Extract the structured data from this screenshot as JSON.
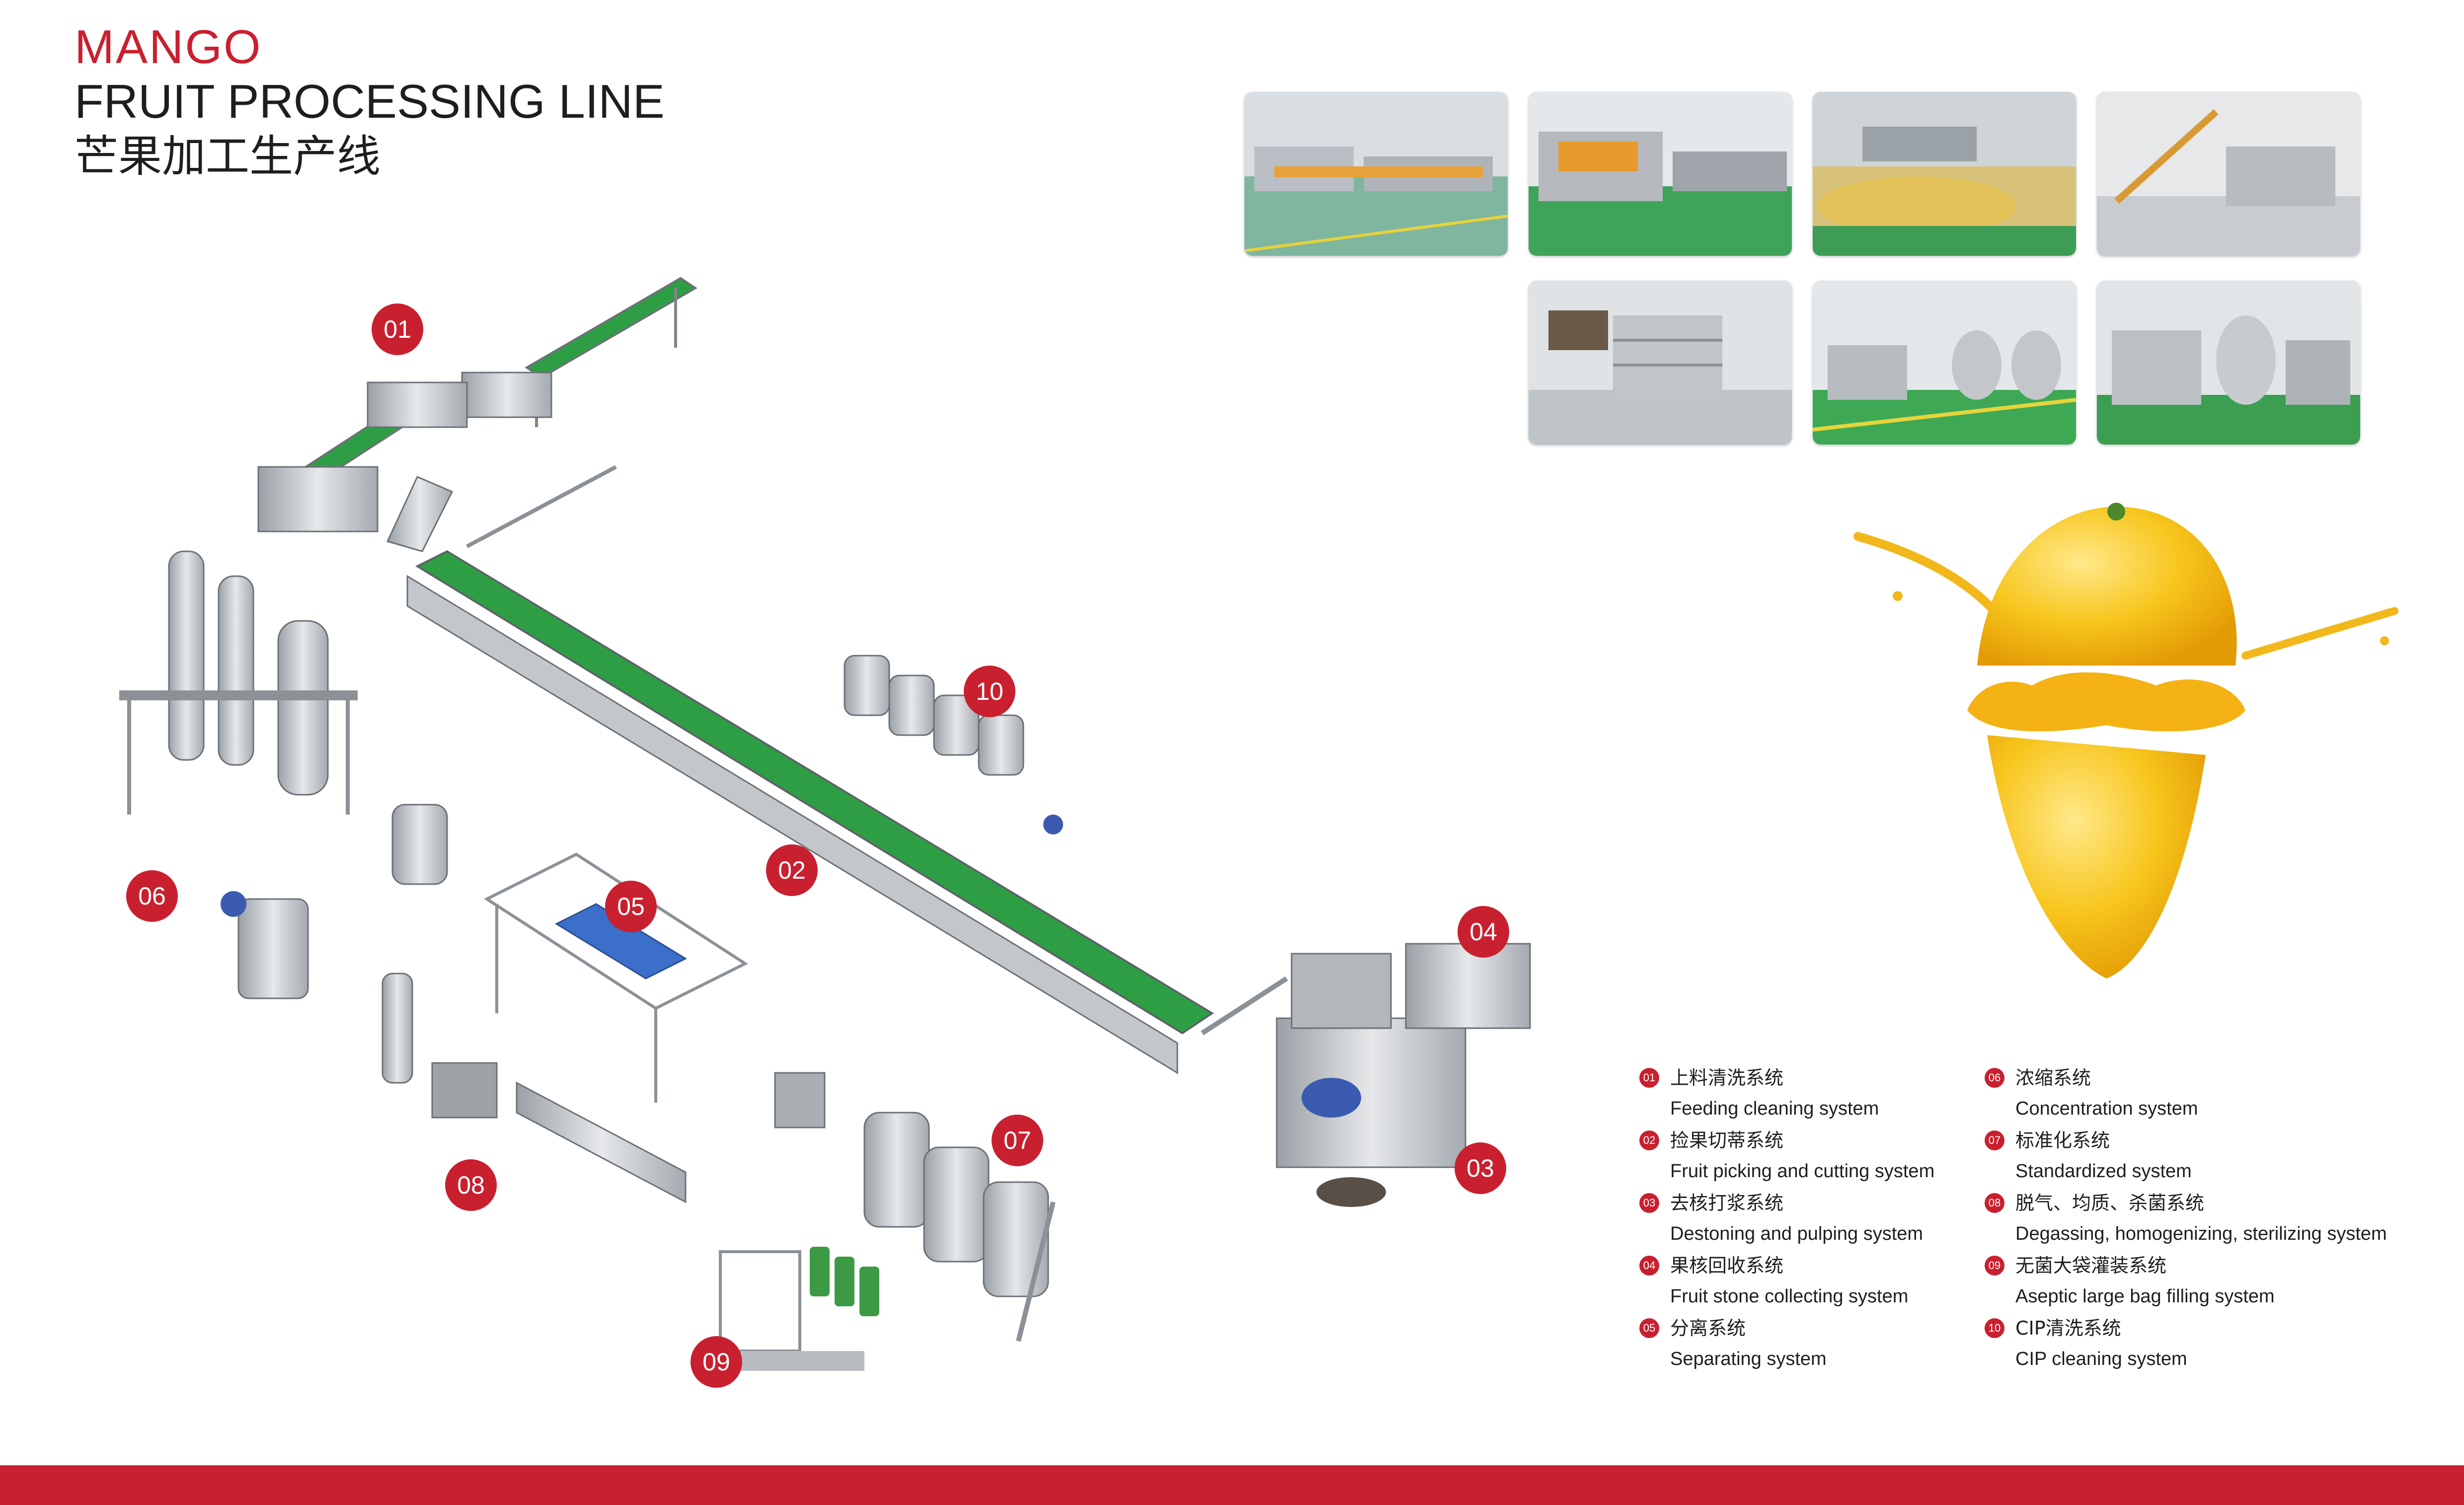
{
  "title": {
    "line1": "MANGO",
    "line2": "FRUIT PROCESSING LINE",
    "line3": "芒果加工生产线"
  },
  "colors": {
    "accent_red": "#c8202f",
    "conveyor_green": "#2e9e44",
    "steel": "#c9ccd0",
    "mango_yellow": "#f5c21a"
  },
  "markers": [
    {
      "num": "01"
    },
    {
      "num": "02"
    },
    {
      "num": "03"
    },
    {
      "num": "04"
    },
    {
      "num": "05"
    },
    {
      "num": "06"
    },
    {
      "num": "07"
    },
    {
      "num": "08"
    },
    {
      "num": "09"
    },
    {
      "num": "10"
    }
  ],
  "legend": {
    "left": [
      {
        "num": "01",
        "zh": "上料清洗系统",
        "en": "Feeding cleaning system"
      },
      {
        "num": "02",
        "zh": "捡果切蒂系统",
        "en": "Fruit picking and cutting system"
      },
      {
        "num": "03",
        "zh": "去核打浆系统",
        "en": "Destoning and pulping system"
      },
      {
        "num": "04",
        "zh": "果核回收系统",
        "en": "Fruit stone collecting system"
      },
      {
        "num": "05",
        "zh": "分离系统",
        "en": "Separating system"
      }
    ],
    "right": [
      {
        "num": "06",
        "zh": "浓缩系统",
        "en": "Concentration system"
      },
      {
        "num": "07",
        "zh": "标准化系统",
        "en": "Standardized system"
      },
      {
        "num": "08",
        "zh": "脱气、均质、杀菌系统",
        "en": "Degassing, homogenizing, sterilizing system"
      },
      {
        "num": "09",
        "zh": "无菌大袋灌装系统",
        "en": "Aseptic large bag filling system"
      },
      {
        "num": "10",
        "zh": "CIP清洗系统",
        "en": "CIP cleaning system"
      }
    ]
  }
}
